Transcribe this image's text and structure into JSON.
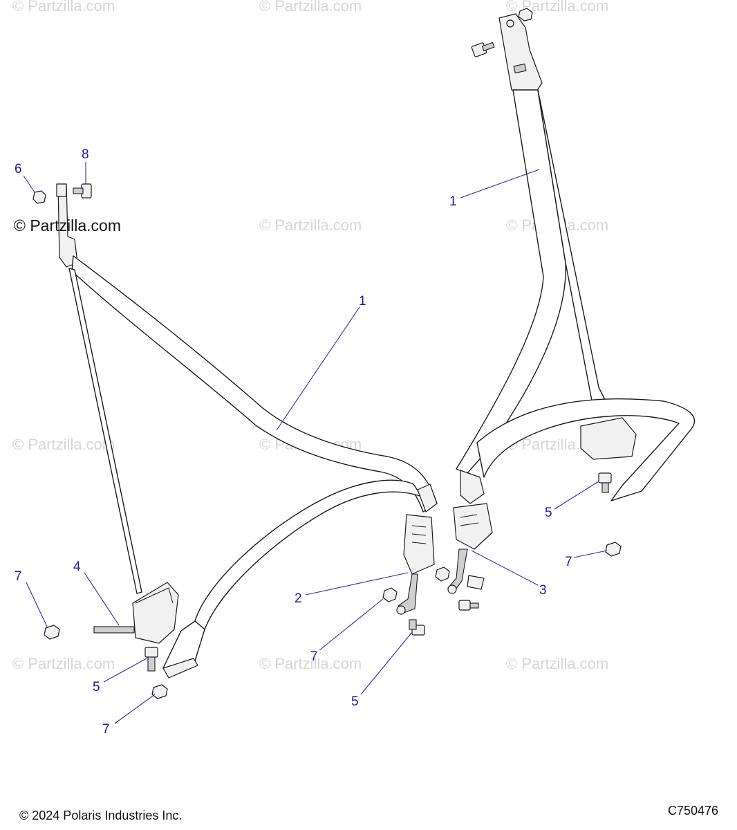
{
  "watermark_text": "© Partzilla.com",
  "copyright": "© 2024 Polaris Industries Inc.",
  "figure_id": "C750476",
  "callouts": [
    "1",
    "1",
    "2",
    "3",
    "4",
    "5",
    "5",
    "5",
    "6",
    "7",
    "7",
    "7",
    "7",
    "8"
  ]
}
